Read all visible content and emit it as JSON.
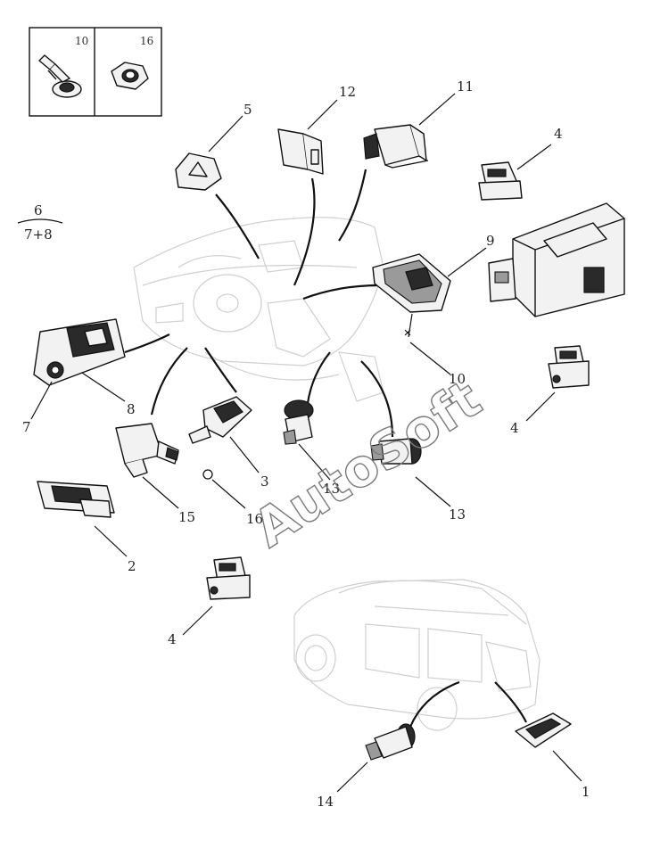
{
  "diagram": {
    "callouts": [
      "1",
      "2",
      "3",
      "4",
      "4",
      "4",
      "5",
      "7",
      "8",
      "9",
      "10",
      "11",
      "12",
      "13",
      "13",
      "14",
      "15",
      "16"
    ],
    "legend_box": {
      "left_label": "10",
      "right_label": "16"
    },
    "fraction": {
      "numerator": "6",
      "denominator": "7+8"
    },
    "watermark": "AutoSoft",
    "colors": {
      "line": "#111111",
      "ghost": "#cfcfcf",
      "fill": "#f2f2f2"
    }
  }
}
